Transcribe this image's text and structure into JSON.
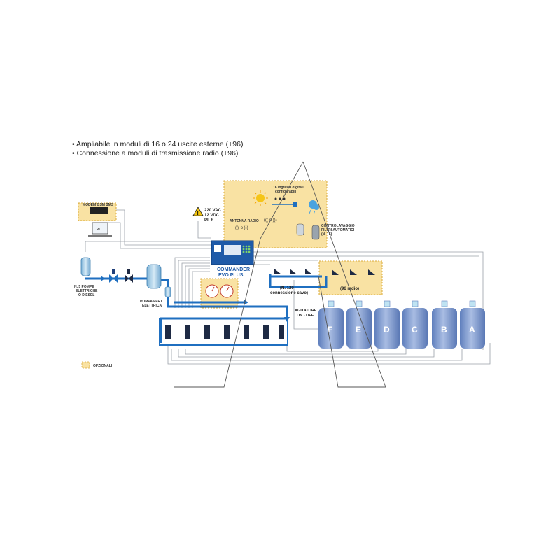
{
  "bullets": [
    "• Ampliabile in moduli di 16 o 24 uscite esterne (+96)",
    "• Connessione a moduli di trasmissione radio (+96)"
  ],
  "labels": {
    "modem": "MODEM GSM SMS",
    "pc": "PC",
    "power": [
      "220 VAC",
      "12 VDC",
      "PILE"
    ],
    "digital_inputs": [
      "16 ingressi digitali",
      "configurabili"
    ],
    "antenna": "ANTENNA RADIO",
    "filter_control": [
      "CONTROLAVAGGIO",
      "FILTRI AUTOMATICI",
      "(N. 16)"
    ],
    "controller": [
      "COMMANDER",
      "EVO PLUS"
    ],
    "pumps": [
      "N. 5 POMPE",
      "ELETTRICHE",
      "O DIESEL"
    ],
    "fert_pump": [
      "POMPA FERT.",
      "ELETTRICA"
    ],
    "cable": [
      "(N. 120",
      "connessione cavo)"
    ],
    "radio": "(96 radio)",
    "agitator": [
      "AGITATORE",
      "ON - OFF"
    ],
    "legend_optional": "OPZIONALI"
  },
  "tanks": [
    "F",
    "E",
    "D",
    "C",
    "B",
    "A"
  ],
  "colors": {
    "optional_fill": "#f9e2a3",
    "optional_border": "#d9a93a",
    "pipe_blue": "#1f6fc0",
    "tank_blue": "#7d9bcf",
    "wire_gray": "#9aa0a8"
  }
}
